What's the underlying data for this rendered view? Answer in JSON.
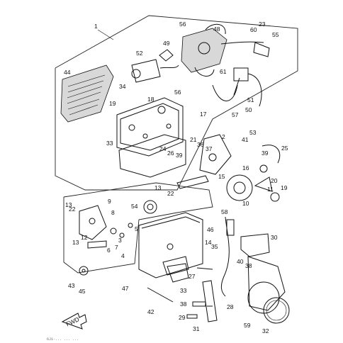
{
  "callouts": [
    "1",
    "2",
    "3",
    "4",
    "5",
    "6",
    "7",
    "8",
    "9",
    "10",
    "11",
    "12",
    "13",
    "13",
    "13",
    "14",
    "15",
    "16",
    "17",
    "18",
    "19",
    "19",
    "20",
    "21",
    "22",
    "22",
    "23",
    "24",
    "25",
    "26",
    "27",
    "28",
    "29",
    "30",
    "31",
    "32",
    "33",
    "33",
    "34",
    "35",
    "36",
    "37",
    "38",
    "38",
    "39",
    "39",
    "40",
    "41",
    "42",
    "43",
    "44",
    "45",
    "46",
    "47",
    "48",
    "49",
    "50",
    "51",
    "52",
    "53",
    "54",
    "55",
    "56",
    "56",
    "57",
    "58",
    "59",
    "60",
    "61"
  ],
  "fwd_label": "FWD",
  "footer_text": "6J1-... ... ..."
}
